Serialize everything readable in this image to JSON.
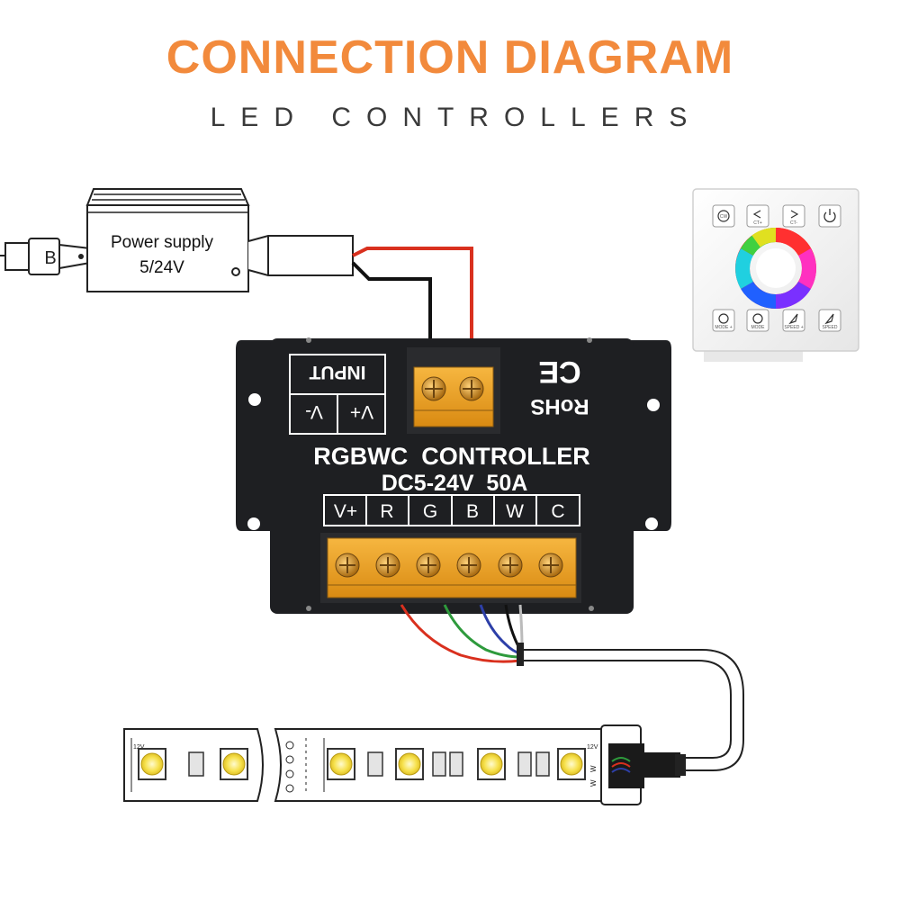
{
  "header": {
    "title": "CONNECTION DIAGRAM",
    "subtitle": "LED CONTROLLERS"
  },
  "power_supply": {
    "line1": "Power supply",
    "line2": "5/24V",
    "plug_mark": "B"
  },
  "controller": {
    "input_terminals": [
      "V+",
      "V-"
    ],
    "input_label": "INPUT",
    "rohs_label": "RoHS",
    "ce_label": "CE",
    "model": "RGBWC  CONTROLLER",
    "rating": "DC5-24V  50A",
    "output_terminals": [
      "V+",
      "R",
      "G",
      "B",
      "W",
      "C"
    ]
  },
  "remote_panel": {
    "top_buttons": [
      {
        "icon": "cw-icon",
        "label": "CW"
      },
      {
        "icon": "less-than-icon",
        "label": "CT+"
      },
      {
        "icon": "greater-than-icon",
        "label": "CT-"
      },
      {
        "icon": "power-icon",
        "label": ""
      }
    ],
    "bottom_buttons": [
      {
        "icon": "mode-plus-icon",
        "label": "MODE +"
      },
      {
        "icon": "mode-icon",
        "label": "MODE"
      },
      {
        "icon": "speed-plus-icon",
        "label": "SPEED +"
      },
      {
        "icon": "speed-icon",
        "label": "SPEED"
      }
    ]
  },
  "led_strip": {
    "voltage_label_left": "12V",
    "voltage_label_right": "12V",
    "connector_marks": [
      "W",
      "W"
    ]
  },
  "colors": {
    "title": "#f28a3c",
    "controller_body": "#1e1f22",
    "terminal": "#e8a020",
    "wire_red": "#d9301e",
    "wire_green": "#2e9a3c",
    "wire_blue": "#2d3fa8",
    "wire_black": "#111111"
  }
}
